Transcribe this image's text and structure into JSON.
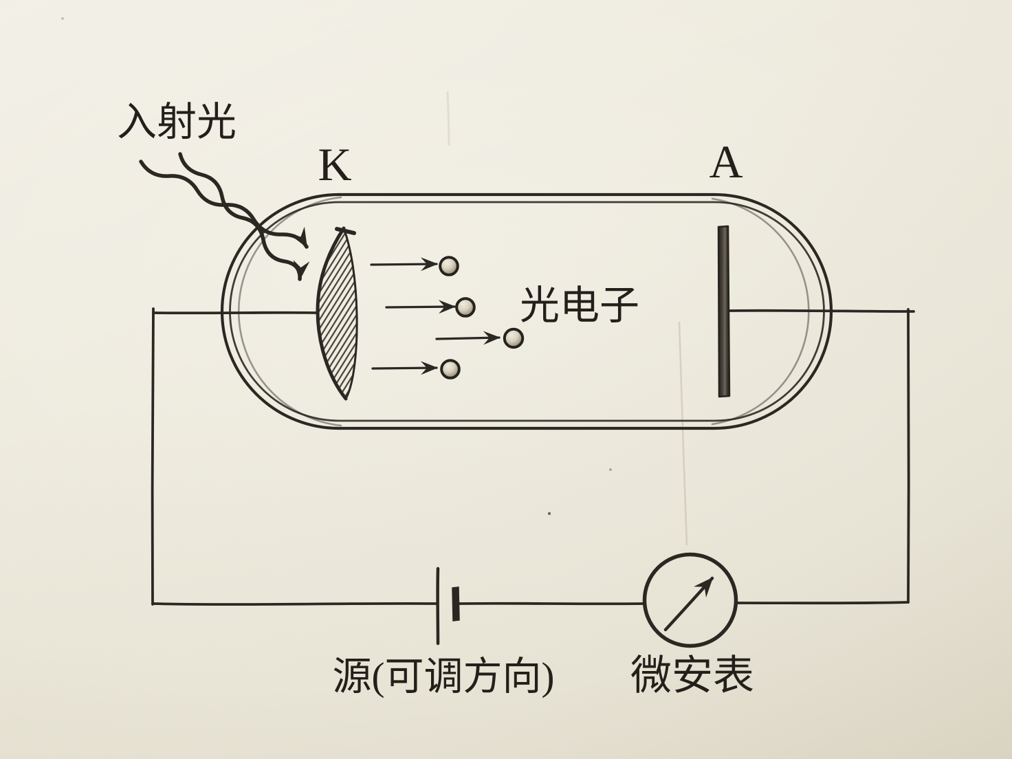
{
  "labels": {
    "incident_light": "入射光",
    "cathode": "K",
    "anode": "A",
    "photoelectrons": "光电子",
    "power_source": "源(可调方向)",
    "microammeter": "微安表"
  },
  "colors": {
    "paper": "#ede9dc",
    "ink": "#2b2823"
  },
  "icons": {
    "light_rays": "wavy-arrow-icon",
    "battery": "battery-cell-icon",
    "meter_needle": "diagonal-arrow-icon"
  },
  "counts": {
    "photoelectrons_shown": 4,
    "light_rays_shown": 2
  }
}
